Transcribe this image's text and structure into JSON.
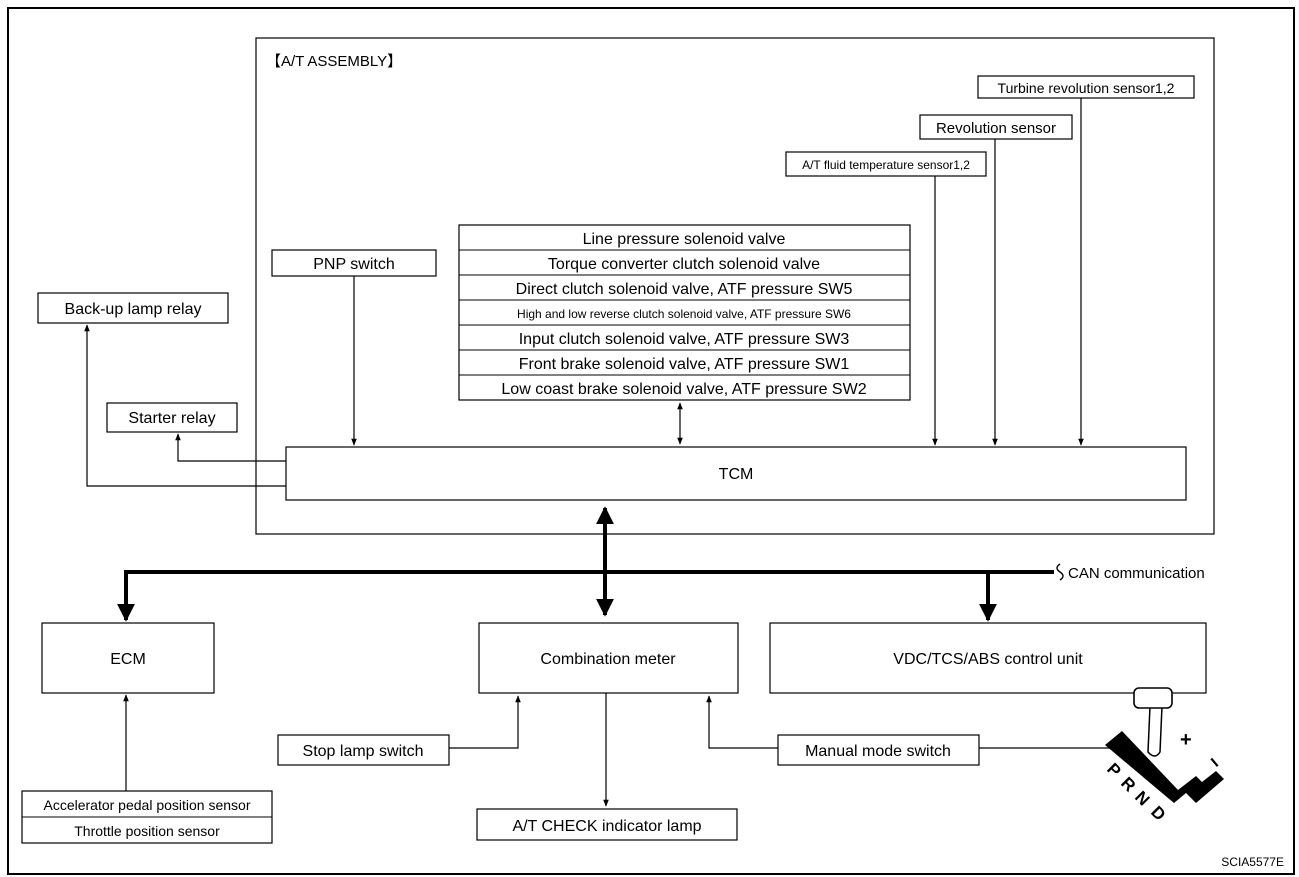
{
  "assembly_label": "【A/T ASSEMBLY】",
  "tcm": "TCM",
  "inputs": {
    "pnp_switch": "PNP switch",
    "fluid_temp_sensor": "A/T fluid temperature sensor1,2",
    "revolution_sensor": "Revolution sensor",
    "turbine_sensor": "Turbine revolution sensor1,2"
  },
  "solenoids": [
    "Line pressure solenoid valve",
    "Torque converter clutch solenoid valve",
    "Direct clutch solenoid valve, ATF pressure SW5",
    "High and low reverse clutch solenoid valve, ATF pressure SW6",
    "Input clutch solenoid valve, ATF pressure SW3",
    "Front brake solenoid valve, ATF pressure SW1",
    "Low coast brake solenoid valve, ATF pressure SW2"
  ],
  "outputs": {
    "backup_lamp_relay": "Back-up lamp relay",
    "starter_relay": "Starter relay"
  },
  "can_label": "CAN communication",
  "units": {
    "ecm": "ECM",
    "combination_meter": "Combination meter",
    "vdc_unit": "VDC/TCS/ABS control unit"
  },
  "sensors": {
    "accelerator_pedal": "Accelerator pedal position sensor",
    "throttle_position": "Throttle position sensor",
    "stop_lamp_switch": "Stop lamp switch",
    "manual_mode_switch": "Manual mode switch",
    "check_lamp": "A/T CHECK indicator lamp"
  },
  "shifter": {
    "positions": [
      "P",
      "R",
      "N",
      "D"
    ],
    "plus": "+",
    "minus": "−"
  },
  "figure_code": "SCIA5577E"
}
